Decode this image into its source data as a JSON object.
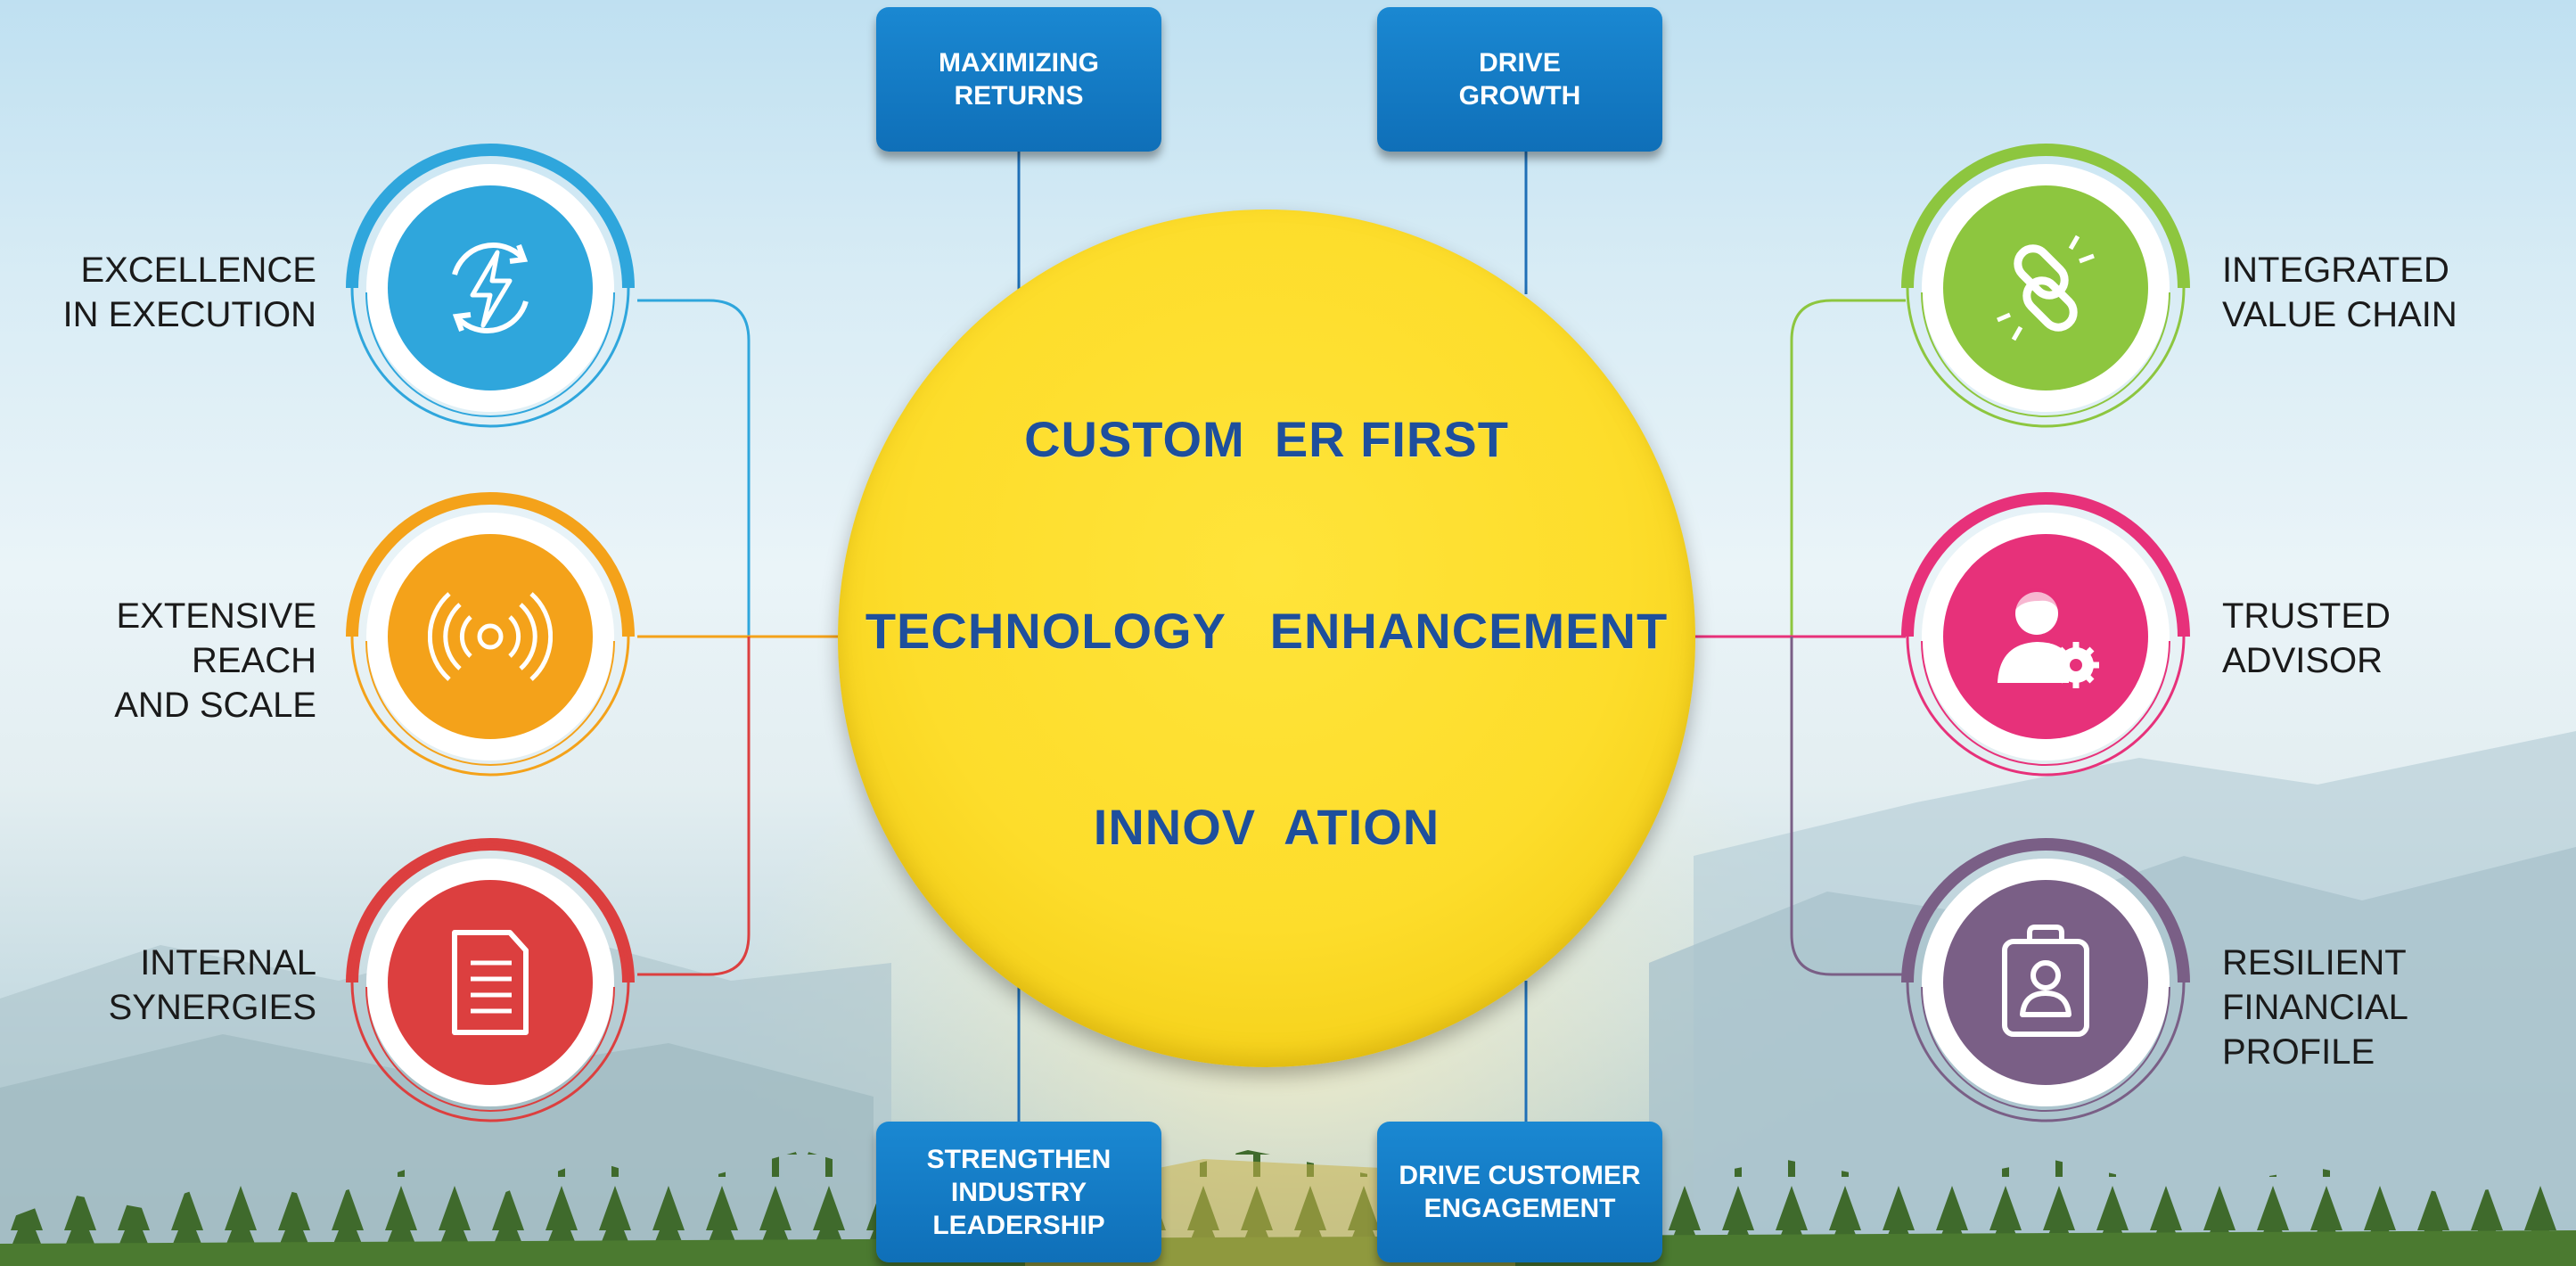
{
  "center": {
    "line1": "CUSTOM  ER FIRST",
    "line2": "TECHNOLOGY   ENHANCEMENT",
    "line3": "INNOV  ATION",
    "color": "#fddd2b",
    "text_color": "#1e4f9c"
  },
  "boxes": {
    "top_left": "MAXIMIZING\nRETURNS",
    "top_right": "DRIVE\nGROWTH",
    "bottom_left": "STRENGTHEN\nINDUSTRY\nLEADERSHIP",
    "bottom_right": "DRIVE CUSTOMER\nENGAGEMENT",
    "color": "#0f6fb8"
  },
  "left_nodes": [
    {
      "label": "EXCELLENCE\nIN EXECUTION",
      "icon": "lightning-cycle-icon",
      "color": "#2fa6dc"
    },
    {
      "label": "EXTENSIVE REACH\nAND SCALE",
      "icon": "broadcast-signal-icon",
      "color": "#f4a21a"
    },
    {
      "label": "INTERNAL\nSYNERGIES",
      "icon": "document-icon",
      "color": "#dc3f3f"
    }
  ],
  "right_nodes": [
    {
      "label": "INTEGRATED\nVALUE CHAIN",
      "icon": "chain-link-icon",
      "color": "#8dc63f"
    },
    {
      "label": "TRUSTED\nADVISOR",
      "icon": "user-gear-icon",
      "color": "#e7317a"
    },
    {
      "label": "RESILIENT\nFINANCIAL PROFILE",
      "icon": "clipboard-user-icon",
      "color": "#7a5f86"
    }
  ]
}
